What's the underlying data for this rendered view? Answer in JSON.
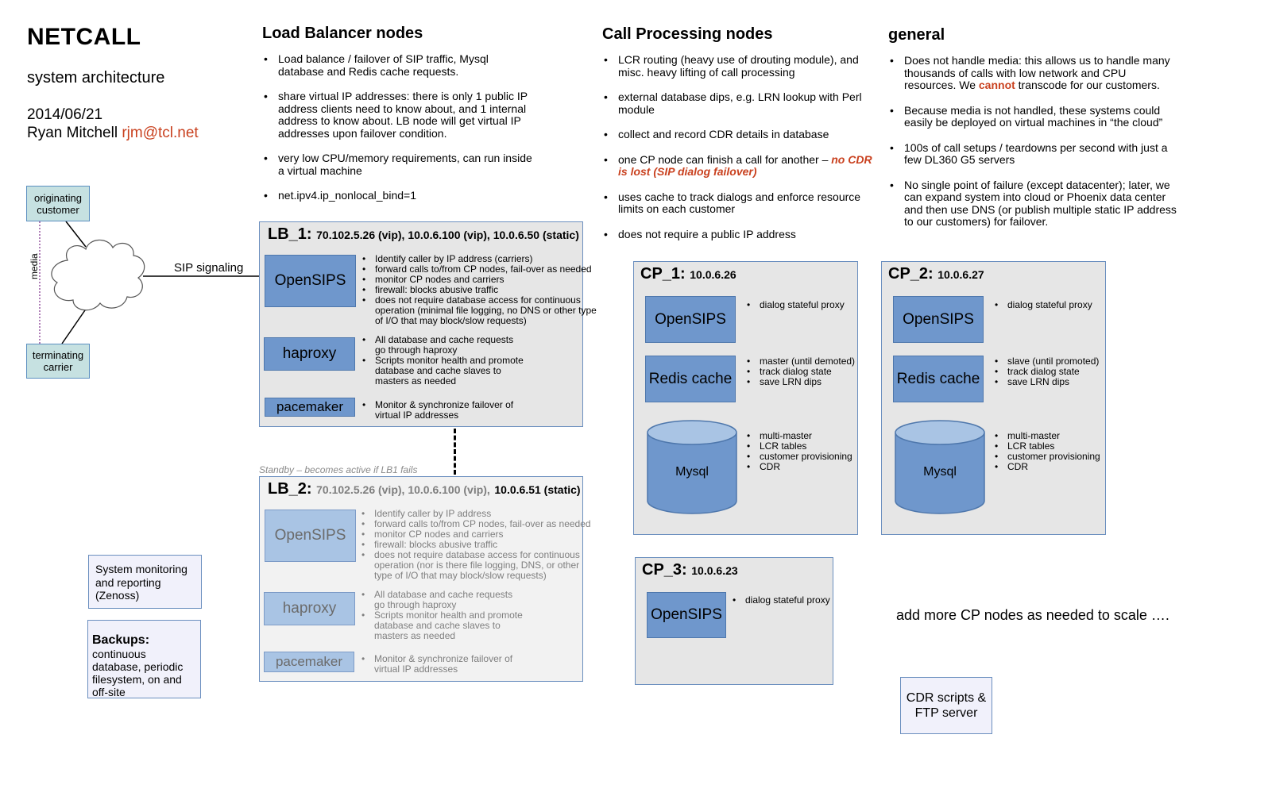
{
  "header": {
    "title": "NETCALL",
    "subtitle": "system architecture",
    "date": "2014/06/21",
    "author_name": "Ryan Mitchell",
    "author_email": "rjm@tcl.net"
  },
  "sections": {
    "lb_heading": "Load Balancer nodes",
    "lb_bullets": [
      "Load balance / failover of SIP traffic, Mysql database and Redis cache requests.",
      "share virtual IP addresses: there is only 1 public IP address clients need to know about, and 1 internal address to know about.  LB node will get virtual IP addresses upon failover condition.",
      "very low CPU/memory requirements, can run inside a virtual machine",
      "net.ipv4.ip_nonlocal_bind=1"
    ],
    "cp_heading": "Call Processing nodes",
    "cp_bullets": [
      "LCR routing (heavy use of drouting module), and misc. heavy lifting of call processing",
      "external database dips, e.g. LRN lookup with Perl module",
      "collect and record CDR details in database"
    ],
    "cp_bullet4_pre": "one CP node can finish a call for another –",
    "cp_bullet4_red": "no CDR is lost (SIP dialog failover)",
    "cp_bullets_tail": [
      "uses cache to track dialogs and enforce resource limits on each customer",
      "does not require a public IP address"
    ],
    "gen_heading": "general",
    "gen_bullet1_pre": "Does not handle media: this allows us to handle many thousands of calls with low network and CPU resources.  We",
    "gen_bullet1_red": "cannot",
    "gen_bullet1_post": "transcode for our customers.",
    "gen_bullets_tail": [
      "Because media is not handled, these systems could easily be deployed on virtual machines in “the cloud”",
      "100s of call setups / teardowns per second with just a few DL360 G5 servers",
      "No single point of failure (except datacenter); later, we can expand system into cloud or Phoenix data center and then use DNS (or publish multiple static IP address to our customers) for failover."
    ]
  },
  "network": {
    "originating": "originating customer",
    "terminating": "terminating carrier",
    "media_label": "media",
    "sip_label": "SIP signaling"
  },
  "lb1": {
    "name": "LB_1:",
    "addr": "70.102.5.26 (vip), 10.0.6.100 (vip), 10.0.6.50 (static)",
    "opensips": "OpenSIPS",
    "opensips_notes": [
      "Identify caller by IP address (carriers)",
      "forward calls to/from CP nodes, fail-over as needed",
      "monitor CP nodes and carriers",
      "firewall: blocks abusive traffic",
      "does not require database access for continuous operation (minimal file logging, no DNS or other type of I/O that may block/slow requests)"
    ],
    "haproxy": "haproxy",
    "haproxy_notes": [
      "All database and cache requests go through haproxy",
      "Scripts monitor health and promote database and cache slaves to masters as needed"
    ],
    "pacemaker": "pacemaker",
    "pacemaker_notes": [
      "Monitor & synchronize failover of virtual IP addresses"
    ]
  },
  "lb2": {
    "standby_note": "Standby – becomes active if LB1 fails",
    "name": "LB_2:",
    "addr_vip": "70.102.5.26 (vip), 10.0.6.100 (vip),",
    "addr_static": "10.0.6.51 (static)",
    "opensips": "OpenSIPS",
    "opensips_notes": [
      "Identify caller by IP address",
      "forward calls to/from CP nodes, fail-over as needed",
      "monitor CP nodes and carriers",
      "firewall: blocks abusive traffic",
      "does not require database access for continuous operation (nor is there file logging, DNS, or other type of I/O that may block/slow requests)"
    ],
    "haproxy": "haproxy",
    "haproxy_notes": [
      "All database and cache requests go through haproxy",
      "Scripts monitor health and promote database and cache slaves to masters as needed"
    ],
    "pacemaker": "pacemaker",
    "pacemaker_notes": [
      "Monitor & synchronize failover of virtual IP addresses"
    ]
  },
  "cp1": {
    "name": "CP_1:",
    "addr": "10.0.6.26",
    "opensips": "OpenSIPS",
    "opensips_notes": [
      "dialog stateful proxy"
    ],
    "redis": "Redis cache",
    "redis_notes": [
      "master (until demoted)",
      "track dialog state",
      "save LRN dips"
    ],
    "mysql": "Mysql",
    "mysql_notes": [
      "multi-master",
      "LCR tables",
      "customer provisioning",
      "CDR"
    ]
  },
  "cp2": {
    "name": "CP_2:",
    "addr": "10.0.6.27",
    "opensips": "OpenSIPS",
    "opensips_notes": [
      "dialog stateful proxy"
    ],
    "redis": "Redis cache",
    "redis_notes": [
      "slave (until promoted)",
      "track dialog state",
      "save LRN dips"
    ],
    "mysql": "Mysql",
    "mysql_notes": [
      "multi-master",
      "LCR tables",
      "customer provisioning",
      "CDR"
    ]
  },
  "cp3": {
    "name": "CP_3:",
    "addr": "10.0.6.23",
    "opensips": "OpenSIPS",
    "opensips_notes": [
      "dialog stateful proxy"
    ]
  },
  "misc": {
    "monitoring": "System monitoring and reporting (Zenoss)",
    "backups_title": "Backups:",
    "backups_body": "continuous database, periodic filesystem, on and off-site",
    "scale_note": "add more CP nodes as needed to scale ….",
    "cdr_box": "CDR scripts & FTP server"
  },
  "colors": {
    "component_fill": "#6f97cc",
    "panel_fill": "#e6e6e6",
    "accent_red": "#c9411f",
    "teal_box": "#c6e1e1"
  }
}
